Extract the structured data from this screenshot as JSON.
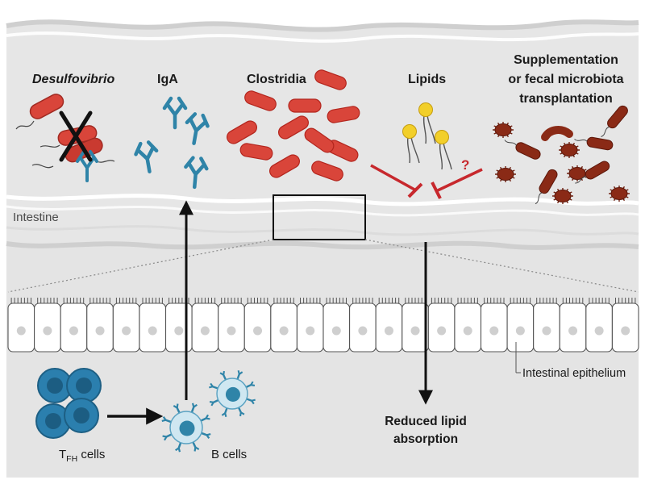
{
  "labels": {
    "desulfovibrio": "Desulfovibrio",
    "iga": "IgA",
    "clostridia": "Clostridia",
    "lipids": "Lipids",
    "supplementation_line1": "Supplementation",
    "supplementation_line2": "or fecal microbiota",
    "supplementation_line3": "transplantation",
    "question_mark": "?",
    "intestine": "Intestine",
    "intestinal_epithelium": "Intestinal epithelium",
    "reduced_line1": "Reduced lipid",
    "reduced_line2": "absorption",
    "tfh_main": "T",
    "tfh_sub": "FH",
    "tfh_suffix": " cells",
    "b_cells": "B cells"
  },
  "colors": {
    "intestine_gray": "#e6e6e6",
    "intestine_dark": "#d4d4d4",
    "lower_bg": "#e4e4e4",
    "bacteria_red": "#d9453a",
    "bacteria_dark": "#b3261e",
    "antibody_teal": "#2f84a8",
    "lipid_yellow": "#f2cf2a",
    "inhibit_red": "#c7282d",
    "microbe_brown": "#8a2a16",
    "tfh_blue": "#2b7fae",
    "bcell_light": "#cfe7f1"
  }
}
